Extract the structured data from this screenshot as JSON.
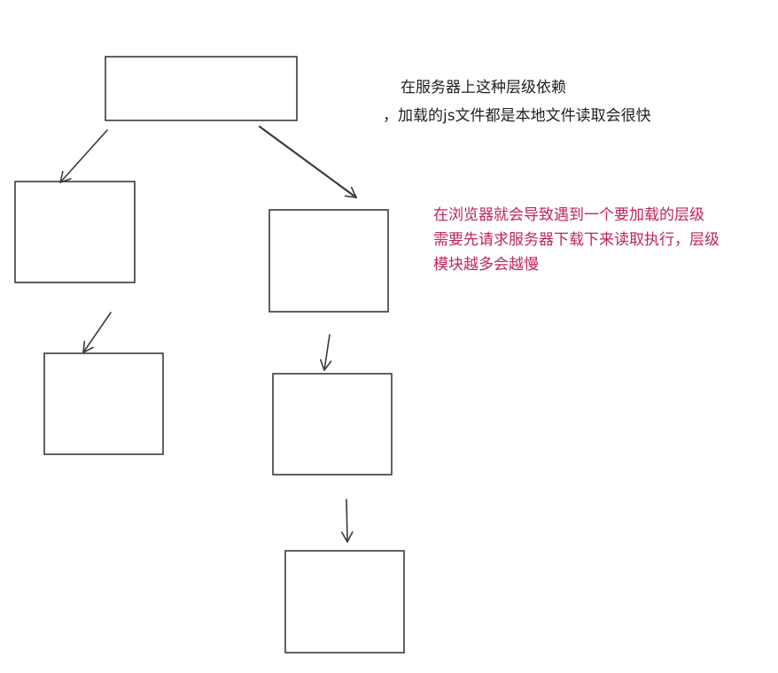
{
  "annotations": {
    "server_note": [
      "在服务器上这种层级依赖",
      "，加载的js文件都是本地文件读取会很快"
    ],
    "browser_note": [
      "在浏览器就会导致遇到一个要加载的层级",
      "需要先请求服务器下载下来读取执行，层级",
      "模块越多会越慢"
    ]
  },
  "colors": {
    "stroke": "#3a3a3a",
    "server_note": "#1f1f1f",
    "browser_note": "#c0245a"
  }
}
